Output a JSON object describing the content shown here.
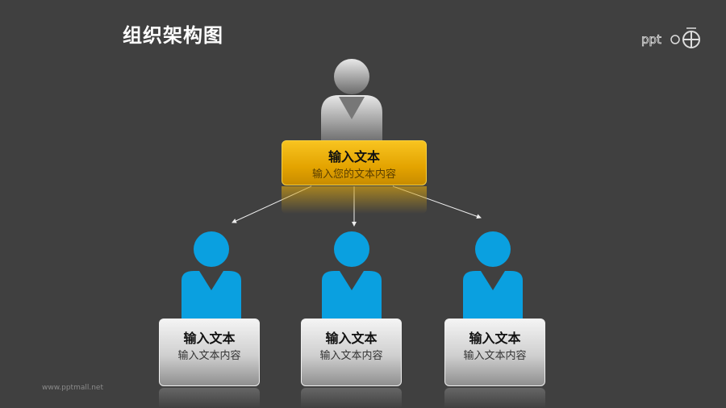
{
  "header": {
    "title": "组织架构图",
    "logo_text": "PPT"
  },
  "footer": {
    "url": "www.pptmall.net"
  },
  "colors": {
    "background": "#404040",
    "top_box": "#e3a300",
    "person_blue": "#0aa0e0",
    "sub_box": "#cfcfcf"
  },
  "top_node": {
    "title": "输入文本",
    "subtitle": "输入您的文本内容"
  },
  "sub_nodes": [
    {
      "title": "输入文本",
      "subtitle": "输入文本内容"
    },
    {
      "title": "输入文本",
      "subtitle": "输入文本内容"
    },
    {
      "title": "输入文本",
      "subtitle": "输入文本内容"
    }
  ]
}
